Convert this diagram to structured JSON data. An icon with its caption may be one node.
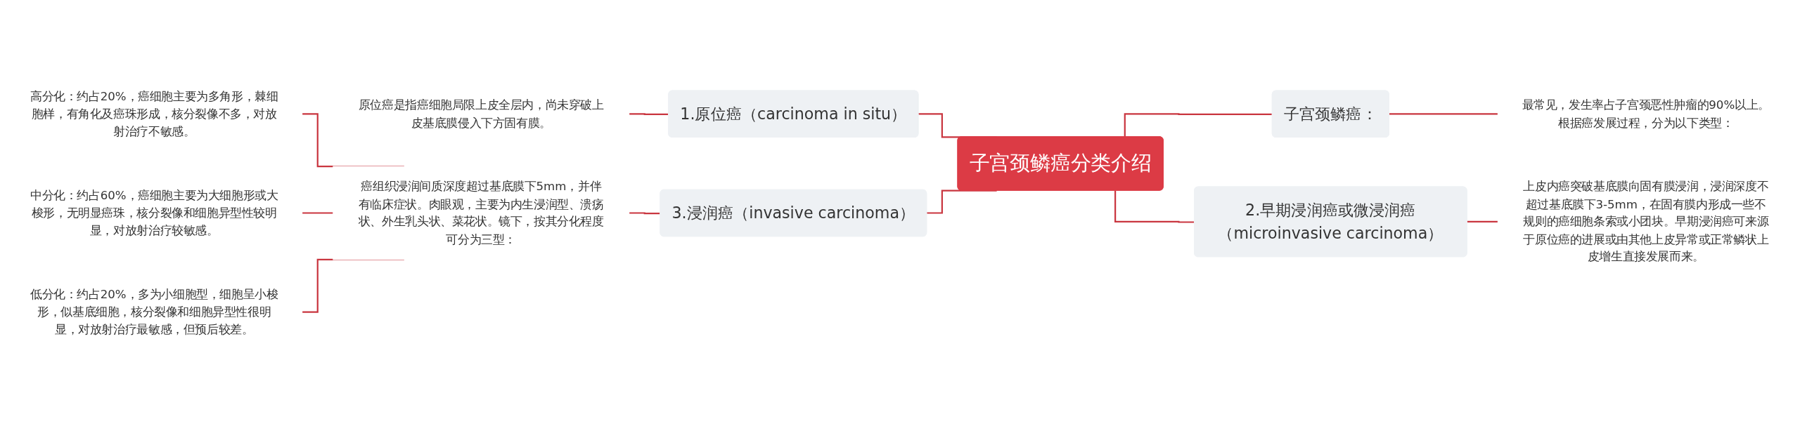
{
  "diagram": {
    "nodes": [
      {
        "text": [
          "子宫颈鳞癌分类介绍"
        ]
      },
      {
        "text": [
          "1.原位癌（carcinoma in situ）"
        ]
      },
      {
        "text": [
          "原位癌是指癌细胞局限上皮全层内，尚未穿破上皮基底膜侵入下方固有膜。"
        ]
      },
      {
        "text": [
          "3.浸润癌（invasive carcinoma）"
        ]
      },
      {
        "text": [
          "癌组织浸润间质深度超过基底膜下5mm，并伴有临床症状。肉眼观，主要为内生浸润型、溃疡状、外生乳头状、菜花状。镜下，按其分化程度可分为三型："
        ]
      },
      {
        "text": [
          "高分化：约占20%，癌细胞主要为多角形，棘细胞样，有角化及癌珠形成，核分裂像不多，对放射治疗不敏感。"
        ]
      },
      {
        "text": [
          "中分化：约占60%，癌细胞主要为大细胞形或大梭形，无明显癌珠，核分裂像和细胞异型性较明显，对放射治疗较敏感。"
        ]
      },
      {
        "text": [
          "低分化：约占20%，多为小细胞型，细胞呈小梭形，似基底细胞，核分裂像和细胞异型性很明显，对放射治疗最敏感，但预后较差。"
        ]
      },
      {
        "text": [
          "子宫颈鳞癌："
        ]
      },
      {
        "text": [
          "最常见，发生率占子宫颈恶性肿瘤的90%以上。根据癌发展过程，分为以下类型："
        ]
      },
      {
        "text": [
          "2.早期浸润癌或微浸润癌（microinvasive carcinoma）"
        ]
      },
      {
        "text": [
          "上皮内癌突破基底膜向固有膜浸润，浸润深度不超过基底膜下3-5mm，在固有膜内形成一些不规则的癌细胞条索或小团块。早期浸润癌可来源于原位癌的进展或由其他上皮异常或正常鳞状上皮增生直接发展而来。"
        ]
      }
    ],
    "edges": [
      {
        "from": 2,
        "to": 1,
        "arrow": "none"
      },
      {
        "from": 1,
        "to": 0,
        "arrow": "none"
      },
      {
        "from": 5,
        "to": 4,
        "arrow": "none"
      },
      {
        "from": 6,
        "to": 4,
        "arrow": "none"
      },
      {
        "from": 7,
        "to": 4,
        "arrow": "none"
      },
      {
        "from": 4,
        "to": 3,
        "arrow": "none"
      },
      {
        "from": 3,
        "to": 0,
        "arrow": "none"
      },
      {
        "from": 0,
        "to": 8,
        "arrow": "none"
      },
      {
        "from": 8,
        "to": 9,
        "arrow": "none"
      },
      {
        "from": 0,
        "to": 10,
        "arrow": "none"
      },
      {
        "from": 10,
        "to": 11,
        "arrow": "none"
      }
    ]
  }
}
